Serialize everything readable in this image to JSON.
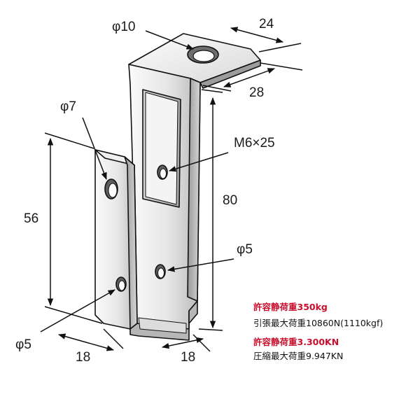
{
  "colors": {
    "accent_red": "#c8102e",
    "line": "#111111",
    "metal_light": "#f2f2f2",
    "metal_mid": "#c9c9c9",
    "metal_dark": "#8a8a8a"
  },
  "dimensions": {
    "top_hole_diameter": "φ10",
    "top_flange_width": "24",
    "top_flange_depth": "28",
    "left_hole_diameter": "φ7",
    "bolt": "M6×25",
    "height_right": "80",
    "height_left": "56",
    "right_hole_diameter": "φ5",
    "left_bottom_hole_diameter": "φ5",
    "left_width": "18",
    "right_width": "18"
  },
  "specs": {
    "allowable_static_load_1": "許容静荷重350kg",
    "max_tensile_load": "引張最大荷重10860N(1110kgf)",
    "allowable_static_load_2": "許容静荷重3.300KN",
    "max_compressive_load": "圧縮最大荷重9.947KN"
  }
}
